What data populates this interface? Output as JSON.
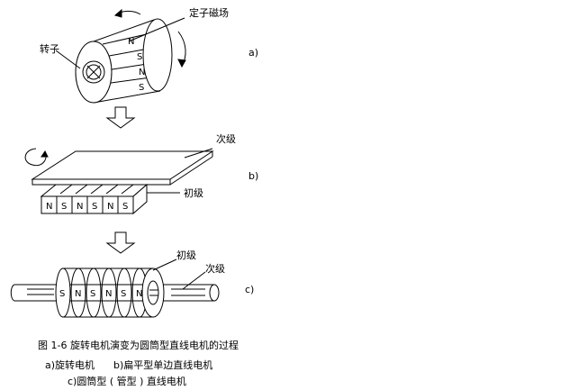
{
  "labels": {
    "stator_field": "定子磁场",
    "rotor": "转子",
    "secondary_b": "次级",
    "primary_b": "初级",
    "primary_c": "初级",
    "secondary_c": "次级"
  },
  "panels": {
    "a": "a)",
    "b": "b)",
    "c": "c)"
  },
  "poles": {
    "rotary": [
      "N",
      "S",
      "N",
      "S"
    ],
    "flat": [
      "N",
      "S",
      "N",
      "S",
      "N",
      "S"
    ],
    "tubular": [
      "S",
      "N",
      "S",
      "N",
      "S",
      "N"
    ]
  },
  "caption": {
    "title": "图 1-6   旋转电机演变为圆筒型直线电机的过程",
    "a": "a)旋转电机",
    "b": "b)扁平型单边直线电机",
    "c": "c)圆筒型 ( 管型 ) 直线电机"
  }
}
